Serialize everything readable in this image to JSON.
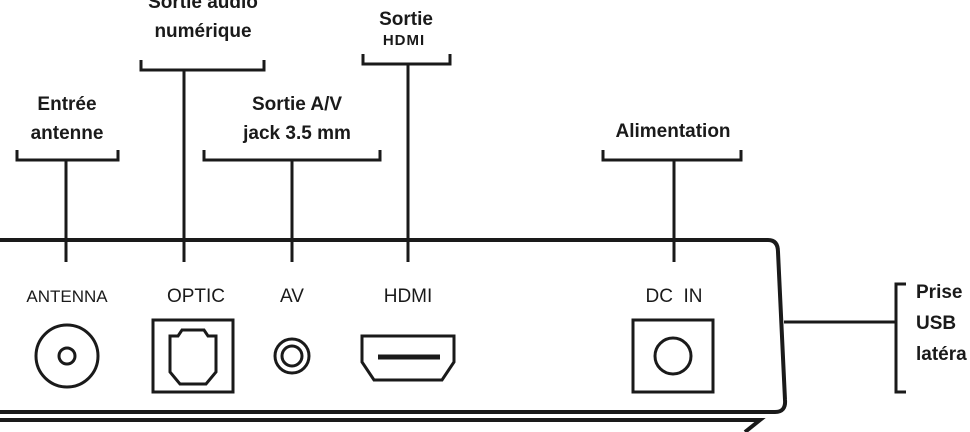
{
  "callouts": {
    "audio_line1": "Sortie audio",
    "audio_line2": "numérique",
    "hdmi_line1": "Sortie",
    "hdmi_logo": "HDMI",
    "antenna_line1": "Entrée",
    "antenna_line2": "antenne",
    "av_line1": "Sortie A/V",
    "av_line2": "jack 3.5 mm",
    "power": "Alimentation",
    "usb_line1": "Prise",
    "usb_line2": "USB",
    "usb_line3": "latéra"
  },
  "ports": {
    "antenna": "ANTENNA",
    "optic": "OPTIC",
    "av": "AV",
    "hdmi": "HDMI",
    "dc_in": "DC  IN"
  }
}
